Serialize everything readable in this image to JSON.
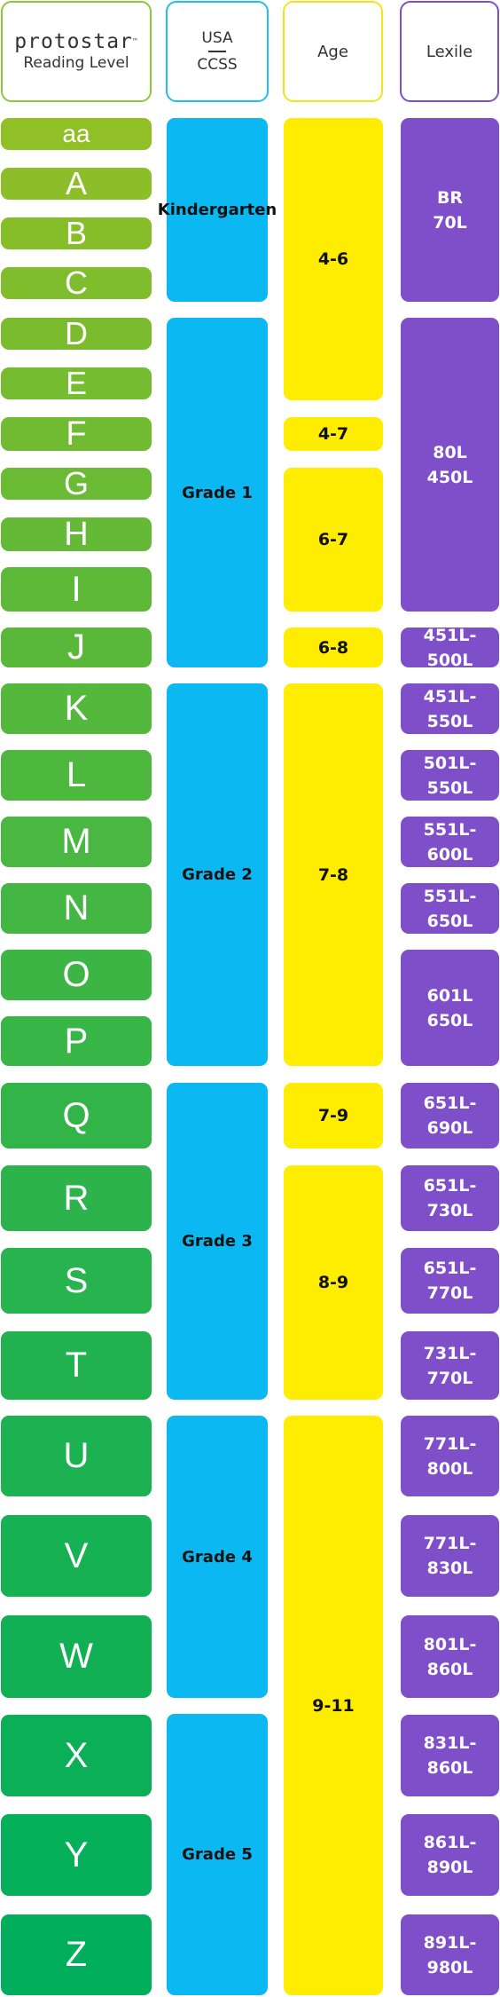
{
  "header": {
    "brand": "protostar",
    "brand_mark": "™",
    "level_label": "Reading Level",
    "usa_top": "USA",
    "usa_bottom": "CCSS",
    "age_label": "Age",
    "lexile_label": "Lexile"
  },
  "levels": [
    "aa",
    "A",
    "B",
    "C",
    "D",
    "E",
    "F",
    "G",
    "H",
    "I",
    "J",
    "K",
    "L",
    "M",
    "N",
    "O",
    "P",
    "Q",
    "R",
    "S",
    "T",
    "U",
    "V",
    "W",
    "X",
    "Y",
    "Z"
  ],
  "grades": [
    "Kindergarten",
    "Grade 1",
    "Grade 2",
    "Grade 3",
    "Grade 4",
    "Grade 5"
  ],
  "ages": [
    "4-6",
    "4-7",
    "6-7",
    "6-8",
    "7-8",
    "7-9",
    "8-9",
    "9-11"
  ],
  "lexile": [
    {
      "top": "BR",
      "bottom": "70L"
    },
    {
      "top": "80L",
      "bottom": "450L"
    },
    {
      "top": "451L-500L"
    },
    {
      "top": "451L-550L"
    },
    {
      "top": "501L-550L"
    },
    {
      "top": "551L-600L"
    },
    {
      "top": "551L-650L"
    },
    {
      "top": "601L",
      "bottom": "650L"
    },
    {
      "top": "651L-690L"
    },
    {
      "top": "651L-730L"
    },
    {
      "top": "651L-770L"
    },
    {
      "top": "731L-770L"
    },
    {
      "top": "771L-800L"
    },
    {
      "top": "771L-830L"
    },
    {
      "top": "801L-860L"
    },
    {
      "top": "831L-860L"
    },
    {
      "top": "861L-890L"
    },
    {
      "top": "891L-980L"
    }
  ]
}
